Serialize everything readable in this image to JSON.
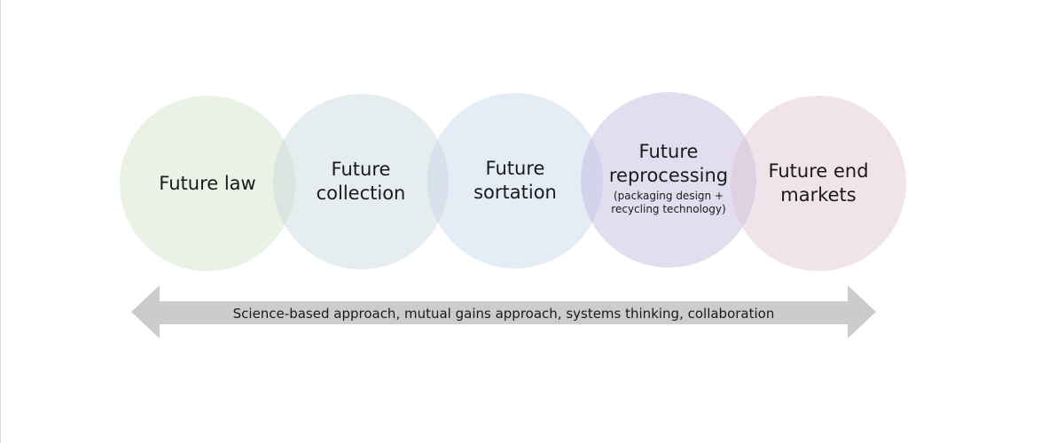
{
  "colors": {
    "circle_law": "#c8debe",
    "circle_collection": "#c0d2d4",
    "circle_sortation": "#bed4ea",
    "circle_reprocessing": "#beb6de",
    "circle_markets": "#dcbece",
    "arrow": "#cccccc"
  },
  "stages": [
    {
      "label": "Future law"
    },
    {
      "label": "Future\ncollection"
    },
    {
      "label": "Future\nsortation"
    },
    {
      "label": "Future\nreprocessing",
      "sublabel": "(packaging design +\nrecycling technology)"
    },
    {
      "label": "Future end\nmarkets"
    }
  ],
  "arrow": {
    "label": "Science-based approach, mutual gains approach, systems thinking, collaboration",
    "icon": "double-headed-arrow"
  }
}
